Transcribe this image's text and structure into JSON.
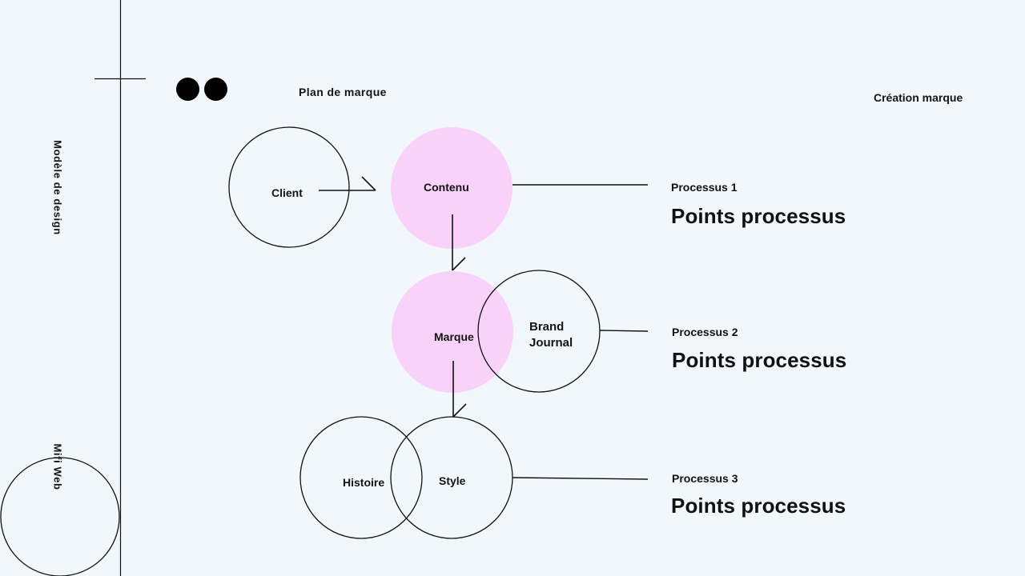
{
  "sidebar": {
    "vertical_title": "Modèle de design",
    "vertical_brand": "Mifi Web"
  },
  "header": {
    "plan_label": "Plan de marque",
    "right_label": "Création marque"
  },
  "diagram": {
    "client": "Client",
    "contenu": "Contenu",
    "marque": "Marque",
    "brand_journal_line1": "Brand",
    "brand_journal_line2": "Journal",
    "histoire": "Histoire",
    "style": "Style"
  },
  "processes": [
    {
      "label": "Processus 1",
      "title": "Points processus"
    },
    {
      "label": "Processus 2",
      "title": "Points processus"
    },
    {
      "label": "Processus 3",
      "title": "Points processus"
    }
  ],
  "colors": {
    "background": "#f2f6fd",
    "pink_fill": "#f8d2f8",
    "stroke": "#111111"
  }
}
